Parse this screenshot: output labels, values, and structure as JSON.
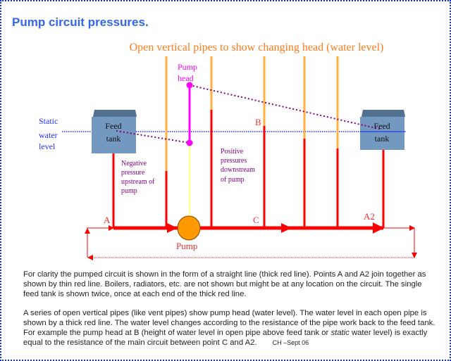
{
  "title": "Pump circuit pressures.",
  "diagram": {
    "heading": "Open vertical pipes to show changing head (water level)",
    "pump_head_label": [
      "Pump",
      "head"
    ],
    "static_label": [
      "Static",
      "water",
      "level"
    ],
    "feed_tank_label": [
      "Feed",
      "tank"
    ],
    "negative_label": [
      "Negative",
      "pressure",
      "upstream of",
      "pump"
    ],
    "positive_label": [
      "Positive",
      "pressures",
      "downstream",
      "of pump"
    ],
    "point_a": "A",
    "point_a2": "A2",
    "point_b": "B",
    "point_c": "C",
    "pump_label": "Pump",
    "colors": {
      "pipe": "#ffa020",
      "water": "#ff0000",
      "pump_head": "#ff00ff",
      "tank": "#7399c0",
      "pump": "#ff9900",
      "static": "#2030ff",
      "gradient": "#800080"
    }
  },
  "paragraphs": [
    "For clarity the pumped circuit is shown in the form of a straight line (thick red line). Points A and A2 join together as shown by thin red line. Boilers, radiators, etc. are not shown but might be at any location on the circuit. The single feed tank is shown twice, once at each end of the thick red line.",
    "A series of open vertical pipes (like vent pipes) show pump head (water level). The water level in each open pipe is shown by a thick red line. The water level changes according to the resistance of the pipe work back to the feed tank. For example the pump head at B (height of water level in open pipe above feed tank or ",
    "static",
    " water level) is exactly equal to the resistance of the main circuit between point C and A2."
  ],
  "signature": "CH –Sept 06"
}
